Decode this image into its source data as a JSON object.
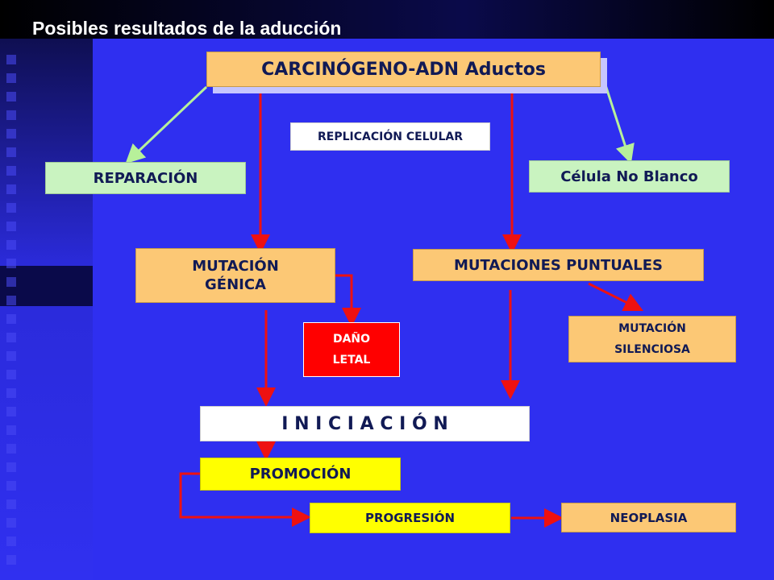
{
  "slide": {
    "title": "Posibles resultados de la aducción"
  },
  "nodes": {
    "carcinogen": "CARCINÓGENO-ADN Aductos",
    "replication": "REPLICACIÓN CELULAR",
    "repair": "REPARACIÓN",
    "non_target": "Célula No Blanco",
    "gene_mutation": [
      "MUTACIÓN",
      "GÉNICA"
    ],
    "point_mutations": "MUTACIONES PUNTUALES",
    "lethal_damage": [
      "DAÑO",
      "LETAL"
    ],
    "silent_mutation": [
      "MUTACIÓN",
      "SILENCIOSA"
    ],
    "initiation": "I N I C I A C I Ó N",
    "promotion": "PROMOCIÓN",
    "progression": "PROGRESIÓN",
    "neoplasia": "NEOPLASIA"
  },
  "colors": {
    "background": "#2f2ff0",
    "arrow_red": "#ee1111",
    "arrow_green": "#b7f09a",
    "peach": "#fcc875",
    "green": "#c9f3c0",
    "yellow": "#ffff00"
  }
}
